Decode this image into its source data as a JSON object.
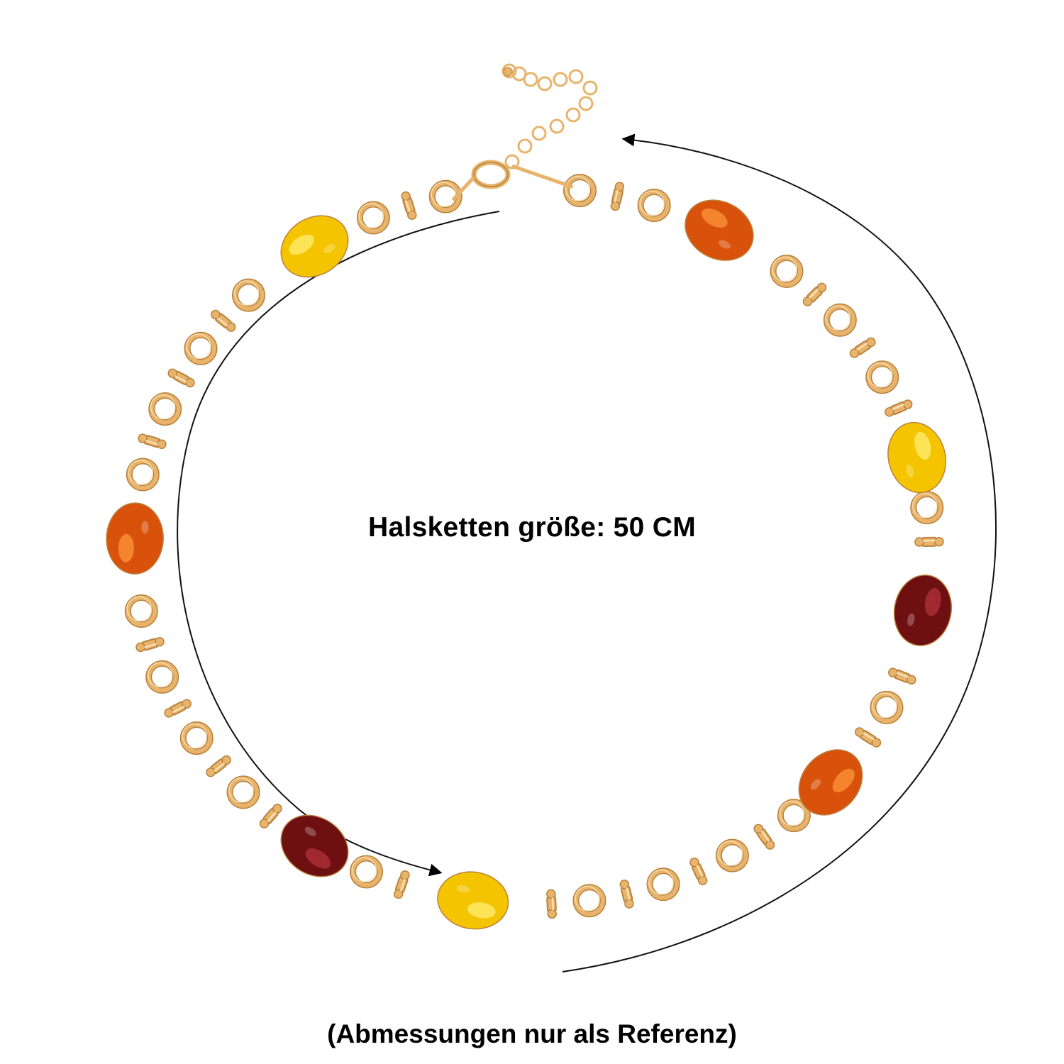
{
  "product": {
    "size_label": "Halsketten größe: 50 CM",
    "reference_note": "(Abmessungen nur als Referenz)"
  },
  "necklace": {
    "metal_color": "#e8b36a",
    "metal_highlight": "#fbe6be",
    "metal_shadow": "#b9823e",
    "stones": [
      {
        "name": "yellow-amber",
        "color": "#f5c400",
        "highlight": "#fff27a"
      },
      {
        "name": "cognac-amber",
        "color": "#d9520b",
        "highlight": "#ff9a3c"
      },
      {
        "name": "cherry-amber",
        "color": "#6e0f12",
        "highlight": "#b3343a"
      },
      {
        "name": "yellow-amber",
        "color": "#f5c400",
        "highlight": "#fff27a"
      },
      {
        "name": "cognac-amber",
        "color": "#d9520b",
        "highlight": "#ff9a3c"
      },
      {
        "name": "cherry-amber",
        "color": "#6e0f12",
        "highlight": "#b3343a"
      },
      {
        "name": "yellow-amber",
        "color": "#f5c400",
        "highlight": "#fff27a"
      },
      {
        "name": "cognac-amber",
        "color": "#d9520b",
        "highlight": "#ff9a3c"
      }
    ]
  },
  "measure_arrows": {
    "color": "#000000"
  }
}
